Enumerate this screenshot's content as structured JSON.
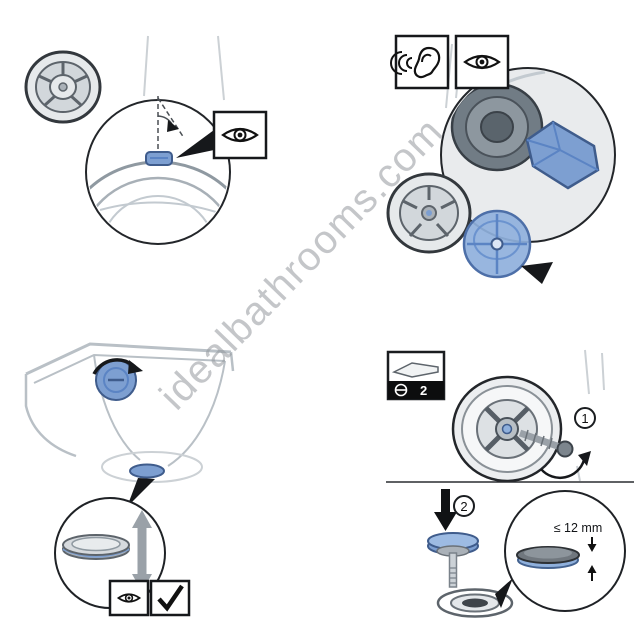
{
  "watermark": {
    "text": "idealbathrooms.com"
  },
  "colors": {
    "accent_blue": "#7d9fd1",
    "accent_blue_light": "#8fb0dc",
    "outline_dark": "#1a1d20",
    "sketch_gray": "#b9c0c6",
    "part_gray": "#e8eaec"
  },
  "icons": {
    "eye-icon": "almond eye with pupil",
    "ear-icon": "ear with sound waves",
    "check-icon": "checkmark",
    "flat-screwdriver-icon": "flat blade side view",
    "slotted-drive-icon": "circle with horizontal slot",
    "up-down-arrow": "gray vertical double arrow",
    "rotate-arrow": "clockwise arc arrow",
    "insert-arrow": "solid black arrow",
    "callout-arrow": "solid black wedge"
  },
  "panels": {
    "top_left": {
      "callout_icon": "eye-icon"
    },
    "top_right": {
      "indicator_icons": [
        "ear-icon",
        "eye-icon"
      ]
    },
    "bottom_left": {
      "result_icons": [
        "eye-icon",
        "check-icon"
      ]
    },
    "bottom_right": {
      "tool_box": {
        "tool_icon": "flat-screwdriver-icon",
        "drive_symbol": "slotted",
        "size_label": "2"
      },
      "step_1_label": "1",
      "step_2_label": "2",
      "measurement_label": "≤ 12 mm"
    }
  }
}
